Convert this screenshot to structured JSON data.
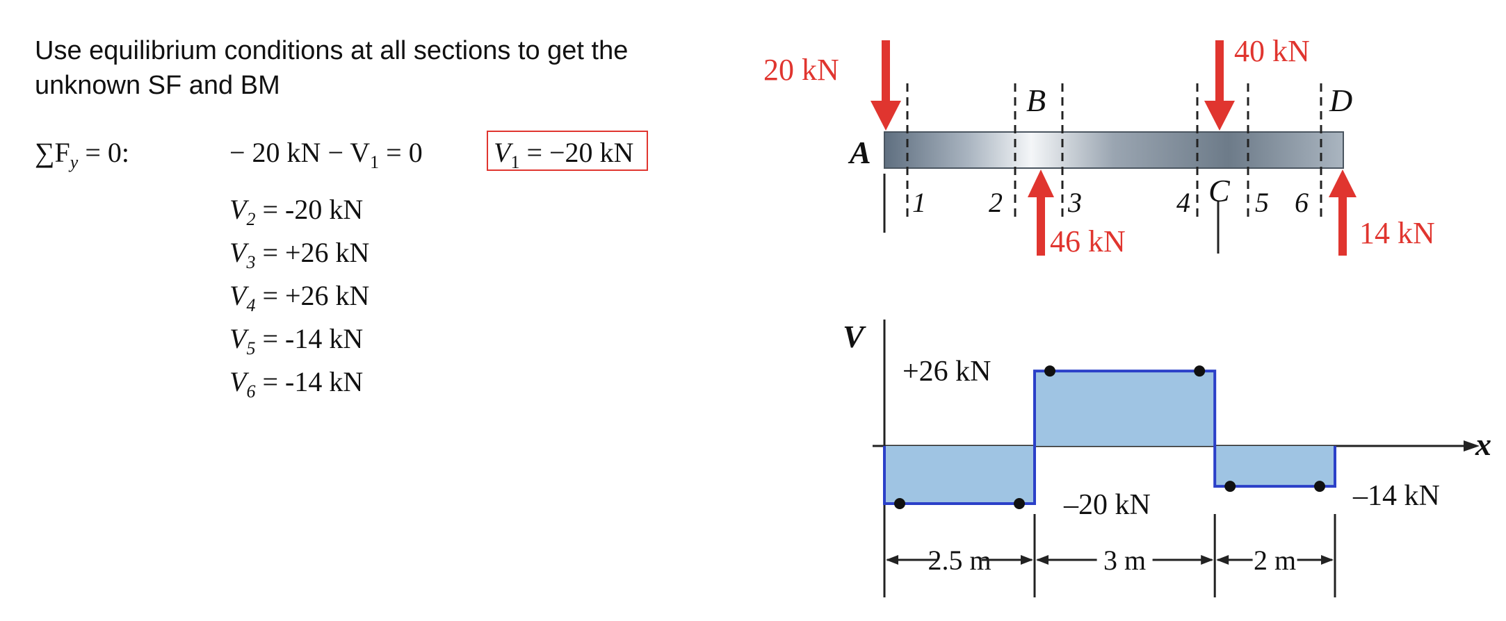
{
  "intro": "Use equilibrium conditions at all sections to get the unknown SF and BM",
  "equation": {
    "lhs": "∑F",
    "lhs_sub": "y",
    "lhs_tail": " = 0:",
    "expr": "− 20 kN − V",
    "expr_sub": "1",
    "expr_tail": " = 0",
    "result": "V",
    "result_sub": "1",
    "result_tail": " = −20 kN"
  },
  "shear_values": [
    {
      "symbol": "V",
      "sub": "2",
      "value": "= -20 kN"
    },
    {
      "symbol": "V",
      "sub": "3",
      "value": "= +26 kN"
    },
    {
      "symbol": "V",
      "sub": "4",
      "value": "= +26 kN"
    },
    {
      "symbol": "V",
      "sub": "5",
      "value": "= -14 kN"
    },
    {
      "symbol": "V",
      "sub": "6",
      "value": "= -14 kN"
    }
  ],
  "beam": {
    "points": {
      "A": "A",
      "B": "B",
      "C": "C",
      "D": "D"
    },
    "sections": [
      "1",
      "2",
      "3",
      "4",
      "5",
      "6"
    ],
    "loads": {
      "a": "20 kN",
      "b": "46 kN",
      "c": "40 kN",
      "d": "14 kN"
    }
  },
  "colors": {
    "load_arrow": "#e0352f",
    "beam_fill": "#8a96a3",
    "diagram_fill": "#9fc4e3",
    "diagram_stroke": "#2b40c8"
  },
  "chart_data": {
    "type": "area",
    "ylabel": "V",
    "xlabel": "x",
    "segments": [
      {
        "length_m": 2.5,
        "label": "2.5 m",
        "V_kN": -20
      },
      {
        "length_m": 3,
        "label": "3 m",
        "V_kN": 26
      },
      {
        "length_m": 2,
        "label": "2 m",
        "V_kN": -14
      }
    ],
    "value_labels": [
      "+26 kN",
      "–20 kN",
      "–14 kN"
    ]
  }
}
